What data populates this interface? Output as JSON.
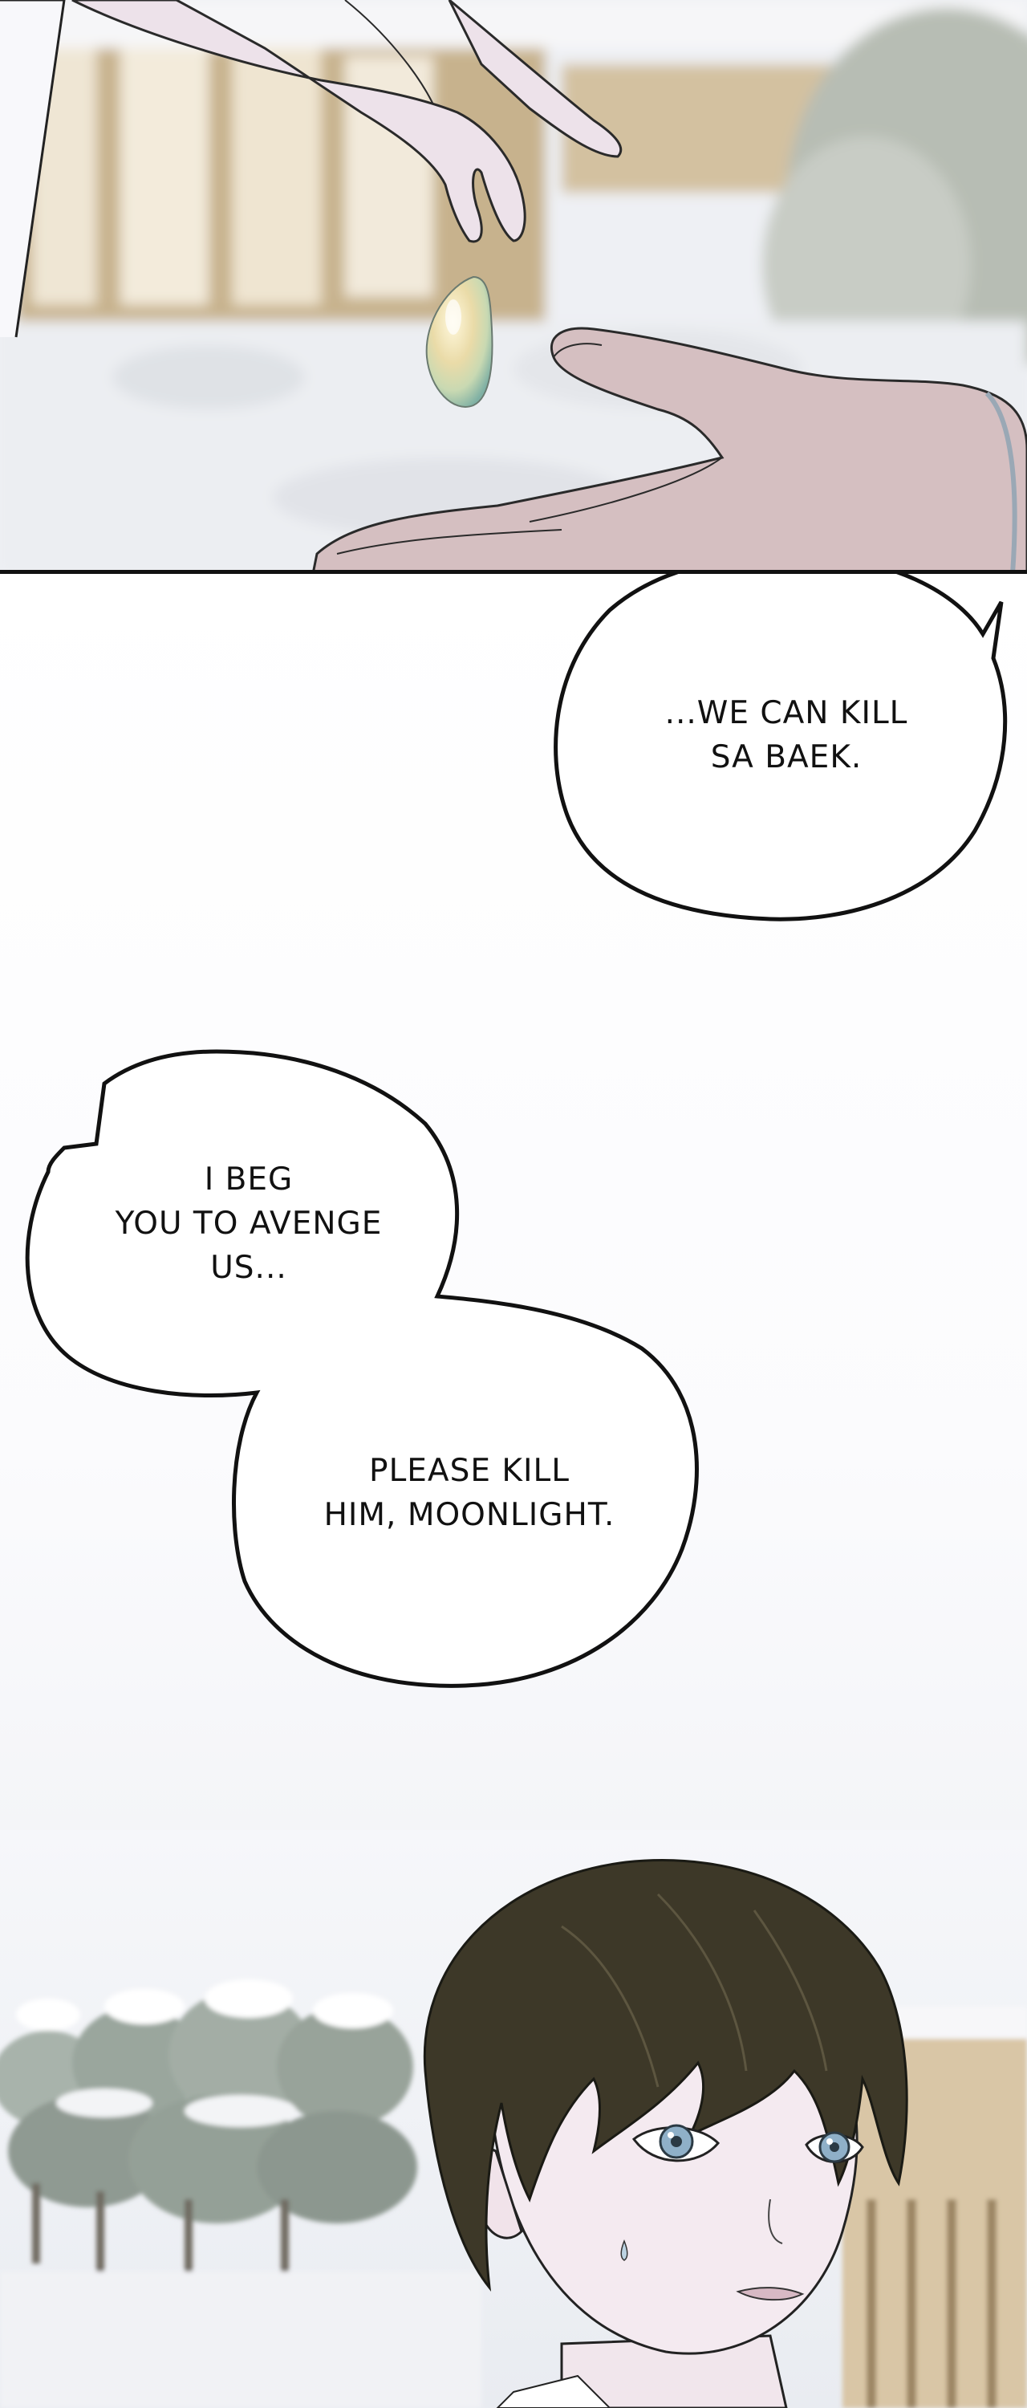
{
  "panels": [
    {
      "id": "top",
      "scene": "hands-exchanging-gem",
      "colors": {
        "sky": "#eef0f4",
        "building": "#b9a27c",
        "skin": "#d8c2c3",
        "gem": "#e7dcae"
      }
    },
    {
      "id": "bottom",
      "scene": "dark-haired-man-snowy-trees",
      "colors": {
        "hair": "#3a3526",
        "eyes": "#8fb0c8",
        "skin": "#f1e6ec",
        "trees": "#8d9890"
      }
    }
  ],
  "speech_bubbles": [
    {
      "id": "bubble-1",
      "lines": [
        "...WE CAN KILL",
        "SA BAEK."
      ]
    },
    {
      "id": "bubble-2",
      "lines": [
        "I BEG",
        "YOU TO AVENGE",
        "US..."
      ]
    },
    {
      "id": "bubble-3",
      "lines": [
        "PLEASE KILL",
        "HIM, MOONLIGHT."
      ]
    }
  ]
}
